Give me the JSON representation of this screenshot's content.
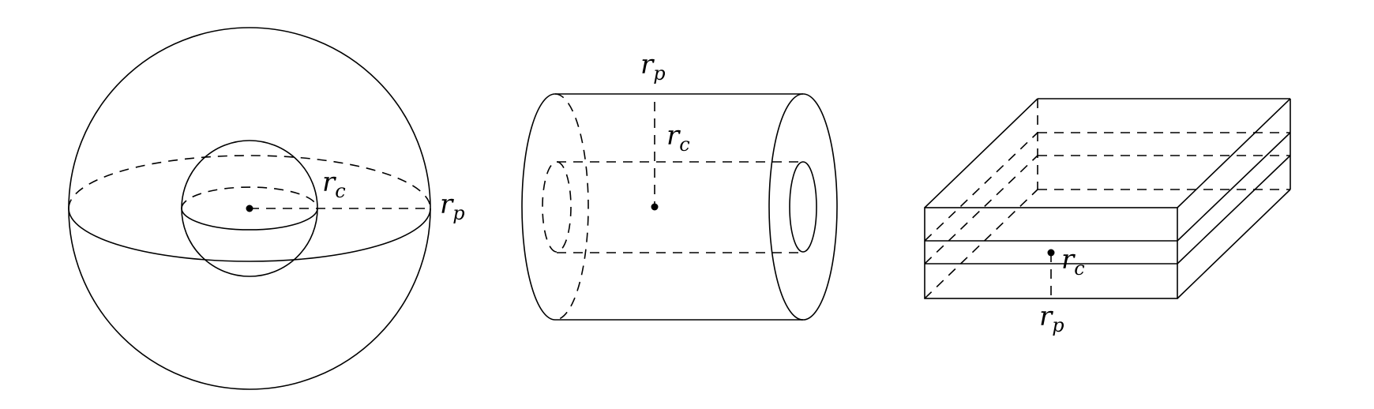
{
  "figure": {
    "panels": [
      {
        "id": "sphere",
        "shape": "spherical geometry",
        "labels": {
          "core_radius": {
            "base": "r",
            "sub": "c"
          },
          "pellet_radius": {
            "base": "r",
            "sub": "p"
          }
        }
      },
      {
        "id": "cylinder",
        "shape": "cylindrical geometry",
        "labels": {
          "core_radius": {
            "base": "r",
            "sub": "c"
          },
          "pellet_radius": {
            "base": "r",
            "sub": "p"
          }
        }
      },
      {
        "id": "slab",
        "shape": "slab geometry",
        "labels": {
          "core_radius": {
            "base": "r",
            "sub": "c"
          },
          "pellet_radius": {
            "base": "r",
            "sub": "p"
          }
        }
      }
    ]
  }
}
